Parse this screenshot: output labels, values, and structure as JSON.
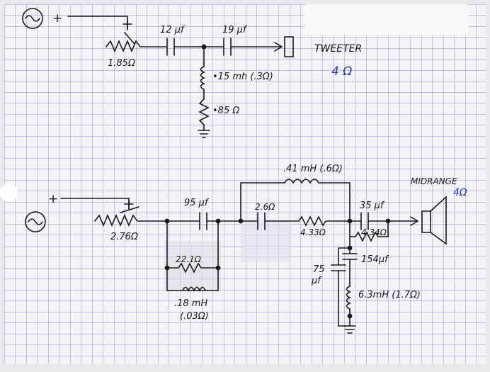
{
  "tweeter_circuit": {
    "input_polarity": "+",
    "attenuator": "1.85Ω",
    "capacitor_1": "12 μf",
    "capacitor_2": "19 μf",
    "inductor": "•15 mh (.3Ω)",
    "resistor": "•85 Ω",
    "driver_name": "TWEETER",
    "driver_impedance": "4 Ω"
  },
  "midrange_circuit": {
    "input_polarity": "+",
    "attenuator": "2.76Ω",
    "capacitor_series": "95 μf",
    "parallel_resistor": "22.1Ω",
    "parallel_inductor": ".18 mH",
    "parallel_inductor_dcr": "(.03Ω)",
    "bypass_inductor": ".41 mH (.6Ω)",
    "capacitor_2": "2.6Ω",
    "resistor_series": "4.33Ω",
    "capacitor_out": "35 μf",
    "resistor_shunt": "4.34Ω",
    "capacitor_shunt": "154μf",
    "capacitor_75_value": "75",
    "capacitor_75_unit": "μf",
    "inductor_shunt": "6.3mH (1.7Ω)",
    "driver_name": "MIDRANGE",
    "driver_impedance": "4Ω"
  }
}
